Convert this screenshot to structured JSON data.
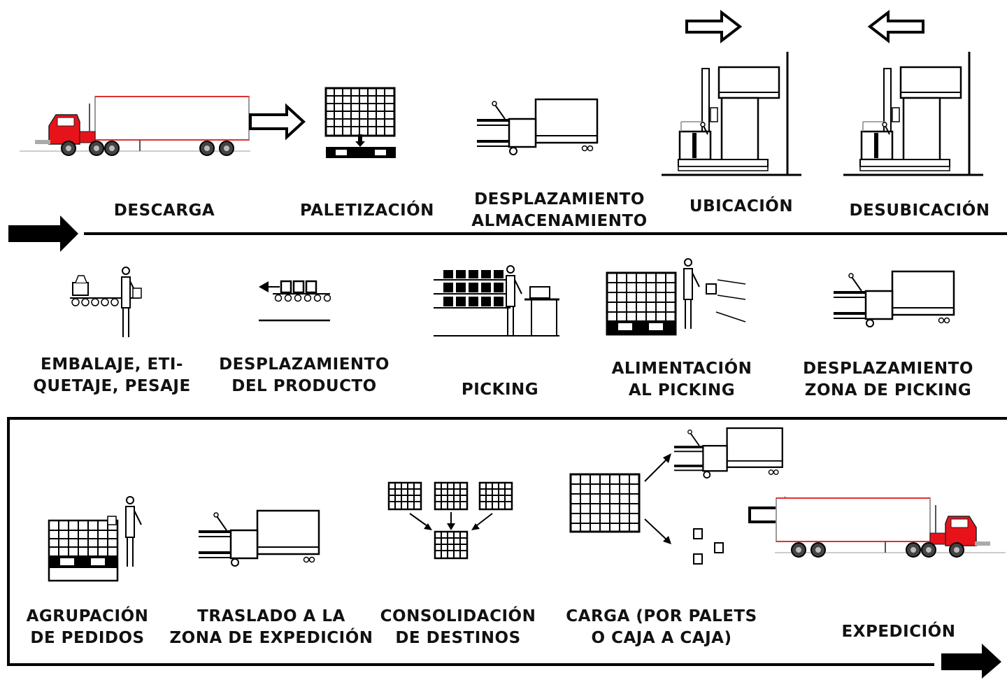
{
  "colors": {
    "truck_cab": "#e8121b",
    "trailer_line": "#c0392b",
    "ink": "#000000"
  },
  "row1": {
    "steps": [
      {
        "lines": [
          "DESCARGA"
        ],
        "icon": "truck-icon"
      },
      {
        "lines": [
          "PALETIZACIÓN"
        ],
        "icon": "pallet-icon"
      },
      {
        "lines": [
          "DESPLAZAMIENTO",
          "ALMACENAMIENTO"
        ],
        "icon": "forklift-icon"
      },
      {
        "lines": [
          "UBICACIÓN"
        ],
        "icon": "reach-truck-icon"
      },
      {
        "lines": [
          "DESUBICACIÓN"
        ],
        "icon": "reach-truck-icon"
      }
    ]
  },
  "row2": {
    "steps": [
      {
        "lines": [
          "EMBALAJE, ETI-",
          "QUETAJE, PESAJE"
        ],
        "icon": "packing-station-icon"
      },
      {
        "lines": [
          "DESPLAZAMIENTO",
          "DEL PRODUCTO"
        ],
        "icon": "conveyor-icon"
      },
      {
        "lines": [
          "PICKING"
        ],
        "icon": "picking-icon"
      },
      {
        "lines": [
          "ALIMENTACIÓN",
          "AL PICKING"
        ],
        "icon": "feeding-icon"
      },
      {
        "lines": [
          "DESPLAZAMIENTO",
          "ZONA DE PICKING"
        ],
        "icon": "forklift-icon"
      }
    ]
  },
  "row3": {
    "steps": [
      {
        "lines": [
          "AGRUPACIÓN",
          "DE PEDIDOS"
        ],
        "icon": "order-grouping-icon"
      },
      {
        "lines": [
          "TRASLADO A LA",
          "ZONA DE EXPEDICIÓN"
        ],
        "icon": "forklift-icon"
      },
      {
        "lines": [
          "CONSOLIDACIÓN",
          "DE DESTINOS"
        ],
        "icon": "consolidation-icon"
      },
      {
        "lines": [
          "CARGA (POR PALETS",
          "O CAJA A CAJA)"
        ],
        "icon": "loading-icon"
      },
      {
        "lines": [
          "EXPEDICIÓN"
        ],
        "icon": "truck-icon"
      }
    ]
  }
}
